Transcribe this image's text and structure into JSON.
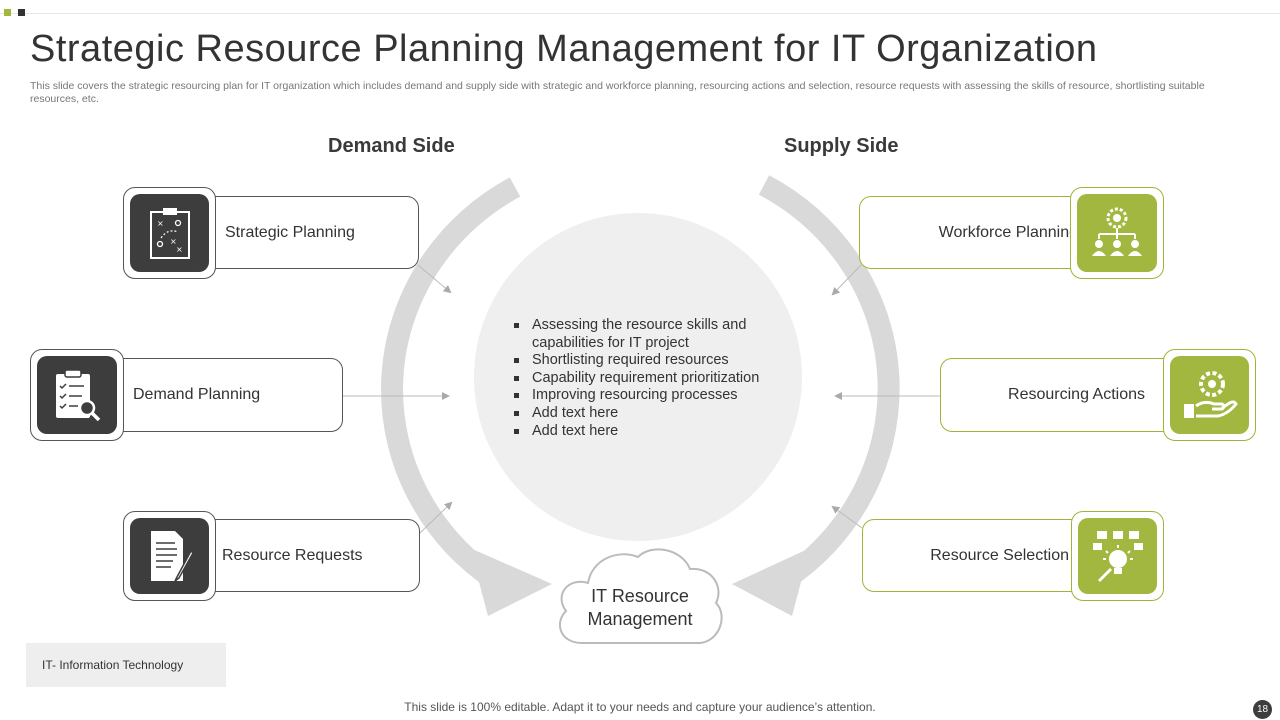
{
  "header": {
    "title": "Strategic Resource Planning Management for IT Organization",
    "subtitle": "This slide covers the strategic resourcing plan for IT organization which includes demand and supply side with strategic and workforce planning, resourcing actions and selection, resource requests with assessing the skills of resource, shortlisting suitable resources, etc."
  },
  "demand": {
    "heading": "Demand Side",
    "items": [
      {
        "label": "Strategic Planning",
        "icon": "strategy-board-icon"
      },
      {
        "label": "Demand Planning",
        "icon": "checklist-search-icon"
      },
      {
        "label": "Resource Requests",
        "icon": "document-pen-icon"
      }
    ]
  },
  "supply": {
    "heading": "Supply Side",
    "items": [
      {
        "label": "Workforce Planning",
        "icon": "org-chart-gear-icon"
      },
      {
        "label": "Resourcing Actions",
        "icon": "hand-gear-icon"
      },
      {
        "label": "Resource Selection",
        "icon": "idea-bulb-icon"
      }
    ]
  },
  "center": {
    "bullets": [
      "Assessing the resource skills and capabilities for IT project",
      "Shortlisting required resources",
      "Capability requirement prioritization",
      "Improving resourcing processes",
      "Add text here",
      "Add text here"
    ]
  },
  "cloud": {
    "line1": "IT Resource",
    "line2": "Management"
  },
  "footnote": "IT- Information Technology",
  "footer": "This slide is 100% editable. Adapt it to your needs and capture your audience’s attention.",
  "page_number": "18",
  "colors": {
    "accent_green": "#a2b73f",
    "dark": "#3d3d3d",
    "arc_gray": "#d9d9d9"
  }
}
